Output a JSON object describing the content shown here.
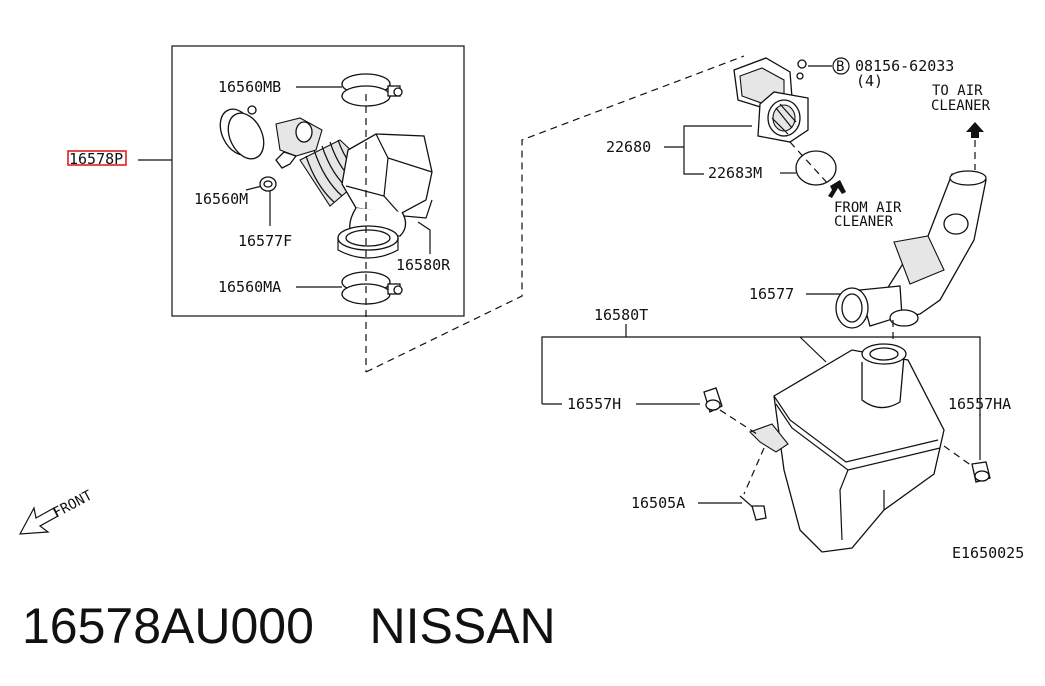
{
  "callouts": {
    "p16560MB": "16560MB",
    "p16578P": "16578P",
    "p16560M": "16560M",
    "p16577F": "16577F",
    "p16580R": "16580R",
    "p16560MA": "16560MA",
    "p08156": "08156-62033",
    "p08156_qty": "(4)",
    "bolt_symbol": "B",
    "to_air_1": "TO AIR",
    "to_air_2": "CLEANER",
    "p22680": "22680",
    "p22683M": "22683M",
    "from_air_1": "FROM AIR",
    "from_air_2": "CLEANER",
    "p16577": "16577",
    "p16580T": "16580T",
    "p16557H": "16557H",
    "p16557HA": "16557HA",
    "p16505A": "16505A",
    "front": "FRONT",
    "diagram_code": "E1650025"
  },
  "highlight_color": "#e02020",
  "caption": {
    "part_number": "16578AU000",
    "brand": "NISSAN"
  }
}
